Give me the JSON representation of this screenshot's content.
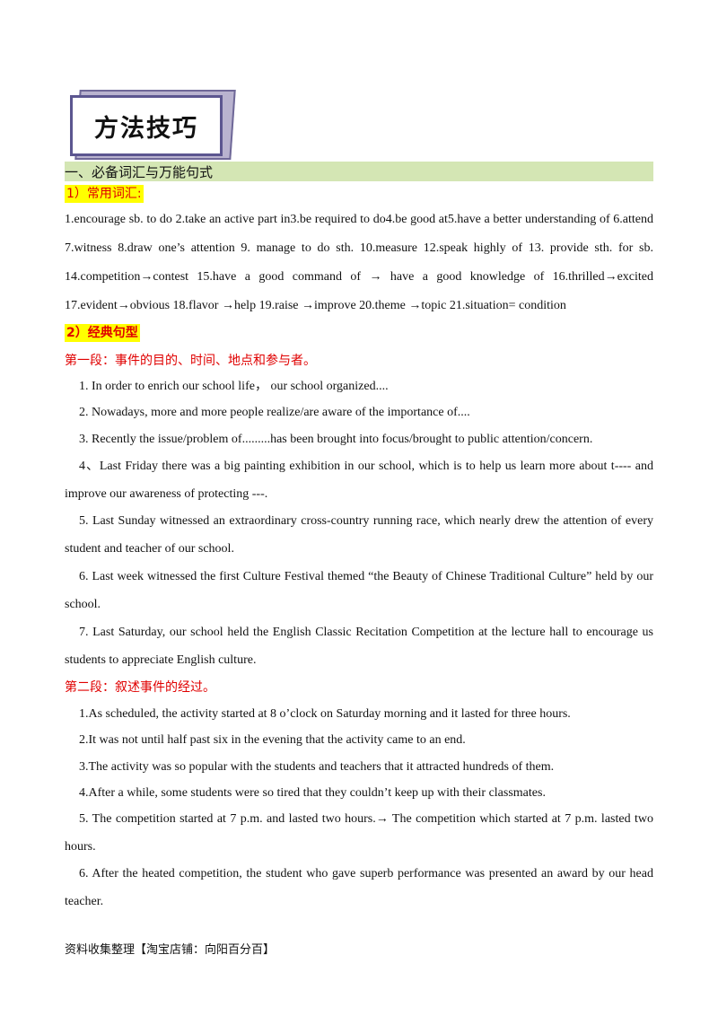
{
  "logo": {
    "text": "方法技巧"
  },
  "section_title": "一、必备词汇与万能句式",
  "vocab_heading": "1）常用词汇:",
  "vocab_text": "1.encourage sb. to do 2.take an active part in3.be required to do4.be good at5.have a better understanding of 6.attend 7.witness 8.draw one’s attention 9. manage to do sth. 10.measure 12.speak highly of 13. provide sth. for sb. 14.competition→contest 15.have a good command of → have a good knowledge of 16.thrilled→excited 17.evident→obvious 18.flavor →help 19.raise →improve 20.theme →topic 21.situation= condition",
  "sentence_heading": "2）经典句型",
  "para1_heading": "第一段：事件的目的、时间、地点和参与者。",
  "para1_items": [
    "1. In order to enrich our school life， our school organized....",
    "2. Nowadays, more and more people realize/are aware of the importance of....",
    "3. Recently the issue/problem of.........has been brought into focus/brought to public attention/concern.",
    "4、Last Friday there was a big painting exhibition in our school, which is to help us learn more about t---- and improve our awareness of protecting ---.",
    "5. Last Sunday witnessed an extraordinary cross-country running race, which nearly drew the attention of every student and teacher of our school.",
    "6. Last week witnessed the first Culture Festival themed “the Beauty of Chinese Traditional Culture” held by our school.",
    "7. Last Saturday, our school held the English Classic Recitation Competition at the lecture hall to encourage us students to appreciate English culture."
  ],
  "para2_heading": "第二段：叙述事件的经过。",
  "para2_items": [
    "1.As scheduled, the activity started at 8 o’clock on Saturday morning and it lasted for three hours.",
    "2.It was not until half past six in the evening that the activity came to an end.",
    "3.The activity was so popular with the students and teachers that it attracted hundreds of them.",
    "4.After a while, some students were so tired that they couldn’t keep up with their classmates.",
    "5. The competition started at 7 p.m. and lasted two hours.→ The competition which started at 7 p.m. lasted two hours.",
    "6. After the heated competition, the student who gave superb performance was presented an award by our head teacher."
  ],
  "footer": "资料收集整理【淘宝店铺：向阳百分百】"
}
